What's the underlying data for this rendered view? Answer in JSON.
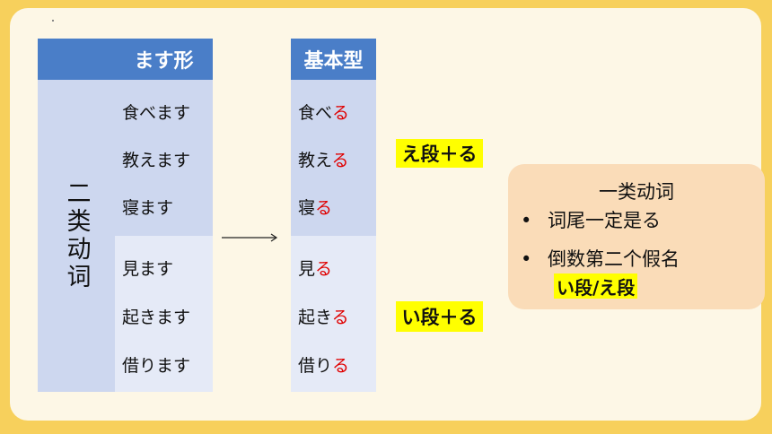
{
  "table_left": {
    "header": "ます形",
    "group_label": "二类动词",
    "group_a": [
      "食べます",
      "教えます",
      "寝ます"
    ],
    "group_b": [
      "見ます",
      "起きます",
      "借ります"
    ]
  },
  "table_right": {
    "header": "基本型",
    "group_a": [
      {
        "stem": "食べ",
        "ending": "る"
      },
      {
        "stem": "教え",
        "ending": "る"
      },
      {
        "stem": "寝",
        "ending": "る"
      }
    ],
    "group_b": [
      {
        "stem": "見",
        "ending": "る"
      },
      {
        "stem": "起き",
        "ending": "る"
      },
      {
        "stem": "借り",
        "ending": "る"
      }
    ]
  },
  "rules": {
    "e_dan": "え段＋る",
    "i_dan": "い段＋る"
  },
  "note_box": {
    "title": "一类动词",
    "bullets": [
      "词尾一定是る",
      "倒数第二个假名"
    ],
    "highlight": "い段/え段",
    "bullet_symbol": "•"
  },
  "colors": {
    "frame": "#f7d05c",
    "card": "#fdf7e6",
    "header_blue": "#4a7ec8",
    "cell_dark": "#cdd7ef",
    "cell_light": "#e5eaf7",
    "ending_red": "#e00000",
    "highlight_yellow": "#ffff00",
    "note_box": "#fadcb8"
  }
}
